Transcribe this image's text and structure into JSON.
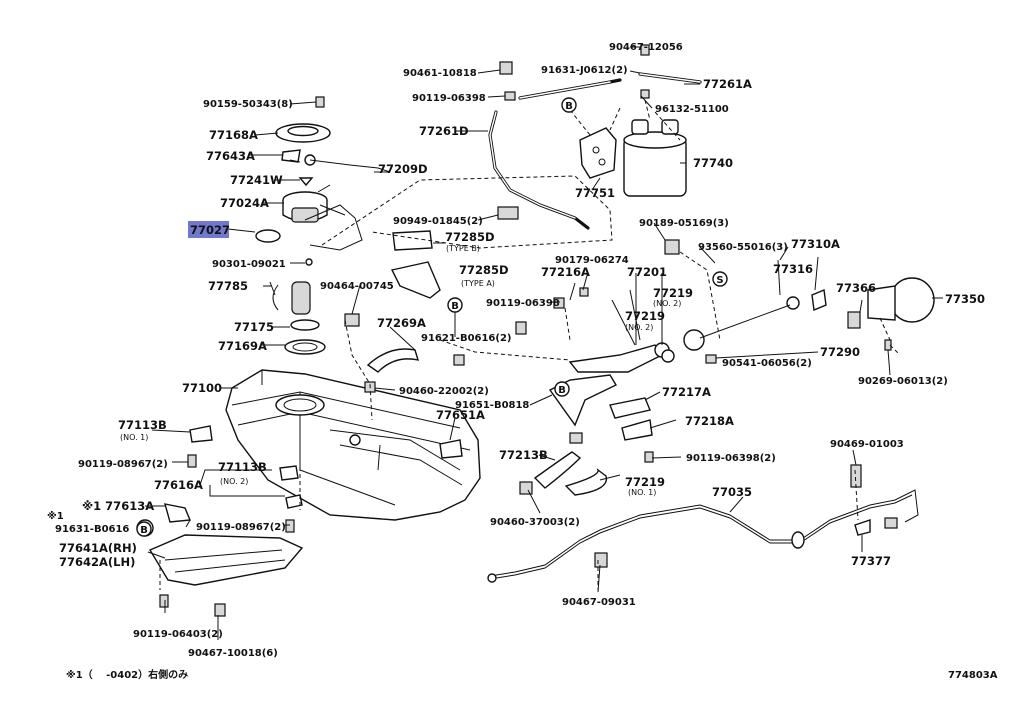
{
  "diagram": {
    "highlight_color": "#5f69c8",
    "highlighted_part": "77027",
    "drawing_number": "774803A",
    "footnote": "※1（　 -0402）右側のみ",
    "labels": {
      "p90467_12056": "90467-12056",
      "p90461_10818": "90461-10818",
      "p91631_J0612": "91631-J0612(2)",
      "p77261A": "77261A",
      "p90119_06398_top": "90119-06398",
      "p96132_51100": "96132-51100",
      "p90159_50343": "90159-50343(8)",
      "p77261D": "77261D",
      "p77168A": "77168A",
      "p77643A": "77643A",
      "p77209D": "77209D",
      "p77740": "77740",
      "p77241W": "77241W",
      "p77751": "77751",
      "p77024A": "77024A",
      "p77027": "77027",
      "p90949_01845": "90949-01845(2)",
      "p77285D_b": "77285D",
      "p_typeB": "(TYPE B)",
      "p90189_05169": "90189-05169(3)",
      "p93560_55016": "93560-55016(3)",
      "p77310A": "77310A",
      "p90301_09021": "90301-09021",
      "p77285D_a": "77285D",
      "p_typeA": "(TYPE A)",
      "p90179_06274": "90179-06274",
      "p77216A": "77216A",
      "p77201": "77201",
      "p77316": "77316",
      "p77785": "77785",
      "p90464_00745": "90464-00745",
      "p77219_a": "77219",
      "p_no2_a": "(NO. 2)",
      "p77366": "77366",
      "p77350": "77350",
      "p90119_06398_mid": "90119-06398",
      "p77219_b": "77219",
      "p_no2_b": "(NO. 2)",
      "p77175": "77175",
      "p77269A": "77269A",
      "p91621_B0616": "91621-B0616(2)",
      "p77169A": "77169A",
      "p90541_06056": "90541-06056(2)",
      "p77290": "77290",
      "p90269_06013": "90269-06013(2)",
      "p77100": "77100",
      "p90460_22002": "90460-22002(2)",
      "p77217A": "77217A",
      "p91651_B0818": "91651-B0818",
      "p77651A": "77651A",
      "p77218A": "77218A",
      "p77113B_1": "77113B",
      "p_no1_a": "(NO. 1)",
      "p90469_01003": "90469-01003",
      "p90119_06398_low": "90119-06398(2)",
      "p77213B": "77213B",
      "p90119_08967_a": "90119-08967(2)",
      "p77113B_2": "77113B",
      "p_no2_c": "(NO. 2)",
      "p77219_c": "77219",
      "p_no1_b": "(NO. 1)",
      "p77616A": "77616A",
      "p77035": "77035",
      "p77613A": "※1 77613A",
      "p_note1": "※1",
      "p91631_B0616": "91631-B0616",
      "p90119_08967_b": "90119-08967(2)",
      "p90460_37003": "90460-37003(2)",
      "p77641A": "77641A(RH)",
      "p77642A": "77642A(LH)",
      "p77377": "77377",
      "p90467_09031": "90467-09031",
      "p90119_06403": "90119-06403(2)",
      "p90467_10018": "90467-10018(6)"
    },
    "callouts": {
      "B": "B",
      "S": "S"
    }
  }
}
